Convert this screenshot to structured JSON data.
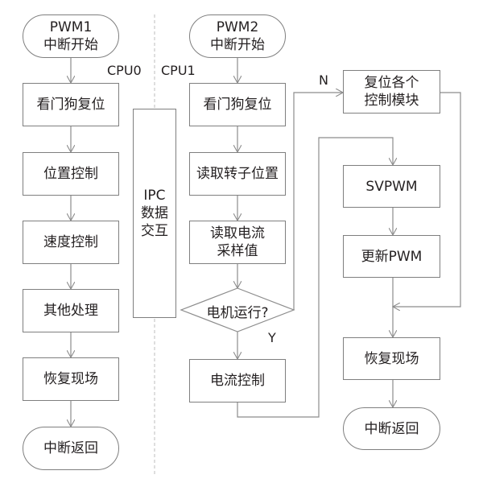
{
  "labels": {
    "cpu0": "CPU0",
    "cpu1": "CPU1",
    "n": "N",
    "y": "Y"
  },
  "left": {
    "start": "PWM1\n中断开始",
    "steps": [
      "看门狗复位",
      "位置控制",
      "速度控制",
      "其他处理",
      "恢复现场"
    ],
    "end": "中断返回"
  },
  "ipc": "IPC\n数据\n交互",
  "middle": {
    "start": "PWM2\n中断开始",
    "steps": [
      "看门狗复位",
      "读取转子位置",
      "读取电流\n采样值"
    ],
    "decision": "电机运行?",
    "yes_step": "电流控制"
  },
  "right": {
    "reset": "复位各个\n控制模块",
    "steps": [
      "SVPWM",
      "更新PWM",
      "恢复现场"
    ],
    "end": "中断返回"
  },
  "colors": {
    "line": "#8c8c8c",
    "border": "#7f7f7f",
    "text": "#231f20"
  }
}
